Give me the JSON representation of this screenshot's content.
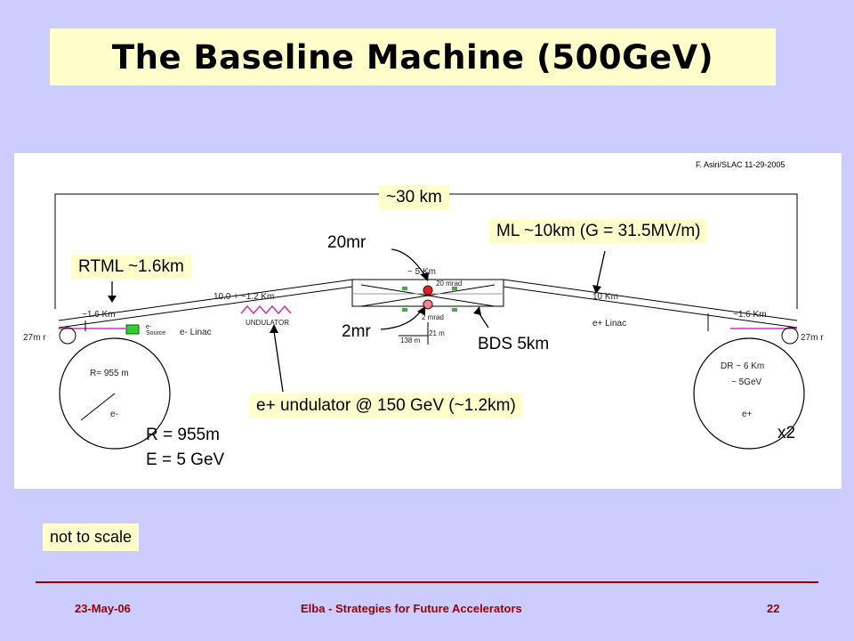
{
  "title": "The Baseline Machine (500GeV)",
  "diagram": {
    "credit": "F. Asiri/SLAC 11-29-2005",
    "callouts": {
      "total_length": "~30 km",
      "main_linac": "ML ~10km (G = 31.5MV/m)",
      "crossing_20": "20mr",
      "rtml": "RTML ~1.6km",
      "crossing_2": "2mr",
      "bds": "BDS 5km",
      "undulator": "e+ undulator @ 150 GeV (~1.2km)",
      "ring_radius": "R = 955m",
      "ring_energy": "E = 5 GeV",
      "ring_count": "x2"
    },
    "inner": {
      "bds_length": "~ 5 Km",
      "crossing_20_mrad": "20 mrad",
      "crossing_2_mrad": "2 mrad",
      "length_138": "138 m",
      "length_21": "21 m",
      "left_linac_length": "10.0 + ~1.2 Km",
      "right_linac_length": "10 Km",
      "left_rtml": "~1.6 Km",
      "right_rtml": "~1.6 Km",
      "left_ring_radius": "27m r",
      "right_ring_radius": "27m r",
      "e_source": "e- Source",
      "undulator_label": "UNDULATOR",
      "e_minus_linac": "e- Linac",
      "e_plus_linac": "e+ Linac",
      "left_ring_r": "R= 955 m",
      "left_ring_particle": "e-",
      "dr_length": "DR ~ 6 Km",
      "dr_energy": "~ 5GeV",
      "right_ring_particle": "e+"
    }
  },
  "note": "not to scale",
  "footer": {
    "date": "23-May-06",
    "event": "Elba - Strategies for Future Accelerators",
    "page": "22"
  }
}
